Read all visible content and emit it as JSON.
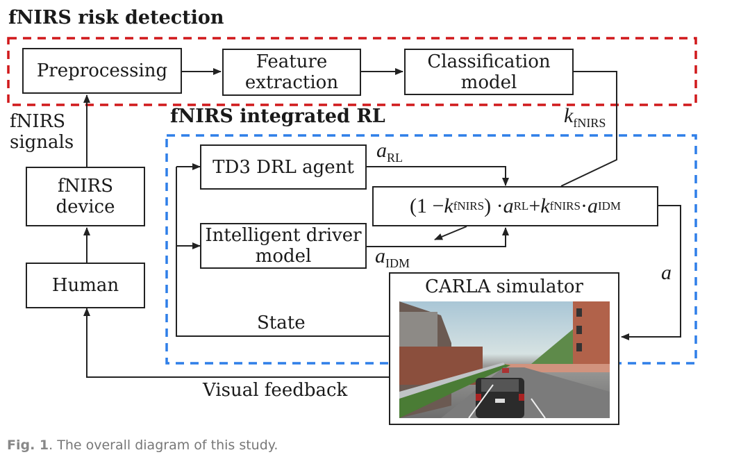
{
  "sections": {
    "risk_detection_title": "fNIRS risk detection",
    "integrated_rl_title": "fNIRS integrated RL"
  },
  "boxes": {
    "preprocessing": "Preprocessing",
    "feature_extraction": "Feature extraction",
    "classification_model": "Classification model",
    "fnirs_device": "fNIRS device",
    "human": "Human",
    "td3_agent": "TD3 DRL agent",
    "idm": "Intelligent driver model",
    "carla": "CARLA simulator"
  },
  "labels": {
    "fnirs_signals": "fNIRS signals",
    "state": "State",
    "visual_feedback": "Visual feedback",
    "a_rl": {
      "var": "a",
      "sub": "RL"
    },
    "a_idm": {
      "var": "a",
      "sub": "IDM"
    },
    "k_fnirs": {
      "var": "k",
      "sub": "fNIRS"
    },
    "a": "a",
    "formula": {
      "open": "(1 − ",
      "k": "k",
      "k_sub": "fNIRS",
      "close_dot": ") · ",
      "a1": "a",
      "a1_sub": "RL",
      "plus": " + ",
      "k2": "k",
      "k2_sub": "fNIRS",
      "dot2": " · ",
      "a2": "a",
      "a2_sub": "IDM"
    }
  },
  "colors": {
    "risk_border": "#d0191b",
    "rl_border": "#2f7fe8"
  },
  "caption": {
    "label": "Fig. 1",
    "text": ". The overall diagram of this study."
  }
}
